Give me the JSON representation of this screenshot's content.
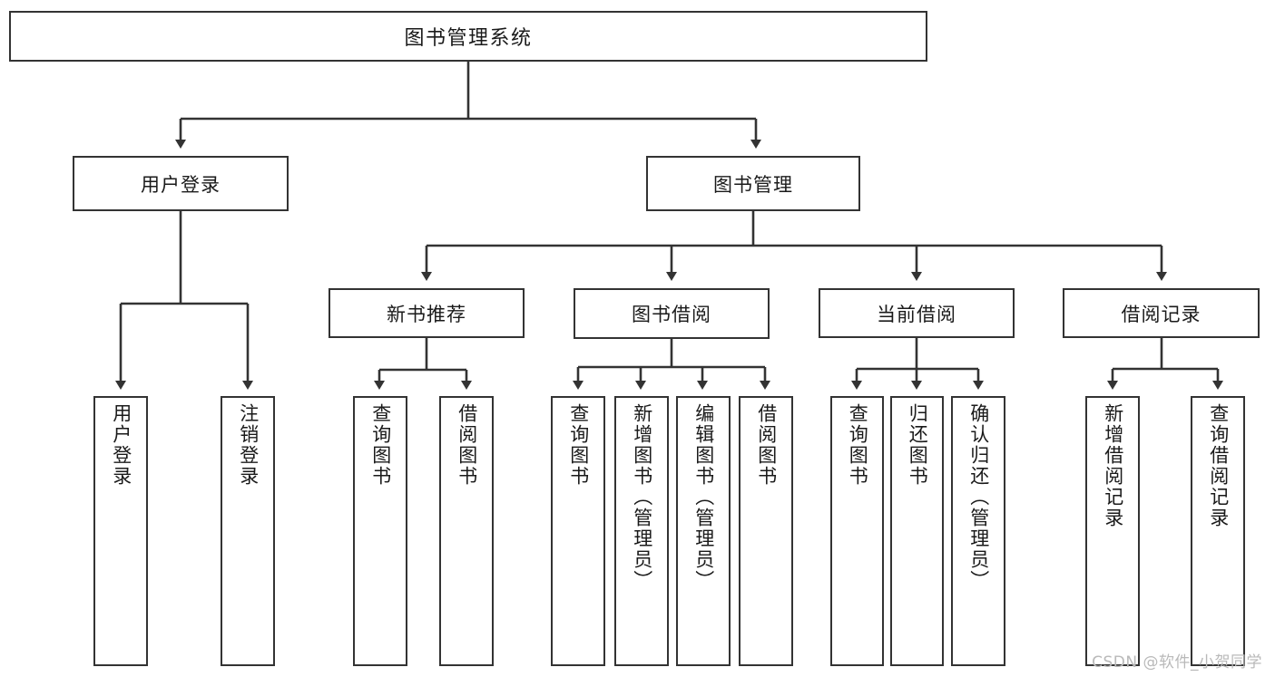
{
  "diagram": {
    "type": "tree",
    "title": "图书管理系统",
    "root": {
      "label": "图书管理系统"
    },
    "level2": [
      {
        "label": "用户登录"
      },
      {
        "label": "图书管理"
      }
    ],
    "level3": [
      {
        "label": "新书推荐"
      },
      {
        "label": "图书借阅"
      },
      {
        "label": "当前借阅"
      },
      {
        "label": "借阅记录"
      }
    ],
    "leaves": [
      {
        "label": "用户登录",
        "parent": "用户登录"
      },
      {
        "label": "注销登录",
        "parent": "用户登录"
      },
      {
        "label": "查询图书",
        "parent": "新书推荐"
      },
      {
        "label": "借阅图书",
        "parent": "新书推荐"
      },
      {
        "label": "查询图书",
        "parent": "图书借阅"
      },
      {
        "label": "新增图书（管理员）",
        "parent": "图书借阅"
      },
      {
        "label": "编辑图书（管理员）",
        "parent": "图书借阅"
      },
      {
        "label": "借阅图书",
        "parent": "图书借阅"
      },
      {
        "label": "查询图书",
        "parent": "当前借阅"
      },
      {
        "label": "归还图书",
        "parent": "当前借阅"
      },
      {
        "label": "确认归还（管理员）",
        "parent": "当前借阅"
      },
      {
        "label": "新增借阅记录",
        "parent": "借阅记录"
      },
      {
        "label": "查询借阅记录",
        "parent": "借阅记录"
      }
    ]
  },
  "watermark": {
    "text": "CSDN @软件_小贺同学"
  },
  "colors": {
    "stroke": "#333333",
    "text": "#1a1a1a",
    "background": "#ffffff",
    "watermark": "#b9b9b9"
  }
}
